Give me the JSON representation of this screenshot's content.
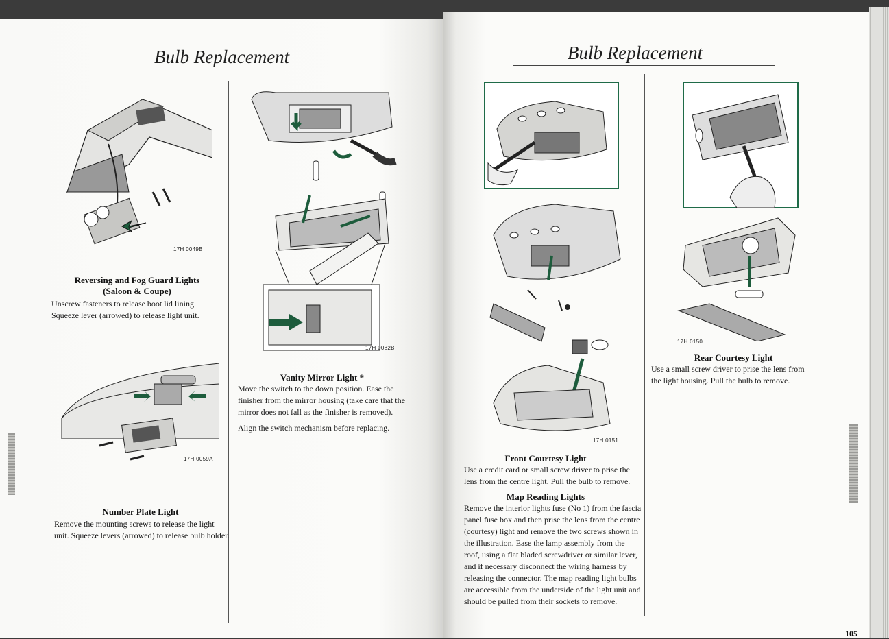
{
  "left_page": {
    "header": {
      "title": "Bulb Replacement"
    },
    "sections": [
      {
        "code": "17H 0049B",
        "title": "Reversing and Fog Guard Lights",
        "subtitle": "(Saloon & Coupe)",
        "body": "Unscrew fasteners to release boot lid lining. Squeeze lever (arrowed) to release light unit."
      },
      {
        "code": "17H 0059A",
        "title": "Number Plate Light",
        "body": "Remove the mounting screws to release the light unit. Squeeze levers (arrowed) to release bulb holder."
      },
      {
        "code": "17H 0082B",
        "title": "Vanity Mirror Light *",
        "body": "Move the switch to the down position. Ease the finisher from the mirror housing (take care that the mirror does not fall as the finisher is removed).",
        "body2": "Align the switch mechanism before replacing."
      }
    ]
  },
  "right_page": {
    "header": {
      "title": "Bulb Replacement"
    },
    "sections": [
      {
        "code": "17H 0151",
        "title": "Front Courtesy Light",
        "body": "Use a credit card or small screw driver to prise the lens from the centre light. Pull the bulb to remove."
      },
      {
        "title": "Map Reading Lights",
        "body": "Remove the interior lights fuse (No 1) from the fascia panel fuse box and then prise the lens from the centre (courtesy) light and remove the two screws shown in the illustration. Ease the lamp assembly from the roof, using a flat bladed screwdriver or similar lever, and if necessary disconnect the wiring harness by releasing the connector. The map reading light bulbs are accessible from the underside of the light unit and should be pulled from their sockets to remove."
      },
      {
        "code": "17H 0150",
        "title": "Rear Courtesy Light",
        "body": "Use a small screw driver to prise the lens from the light housing. Pull the bulb to remove."
      }
    ],
    "page_number": "105"
  },
  "colors": {
    "paper": "#fbfbf9",
    "arrow_green": "#1d5c3c",
    "figure_frame": "#1f6b48",
    "ink": "#1a1a1a"
  }
}
